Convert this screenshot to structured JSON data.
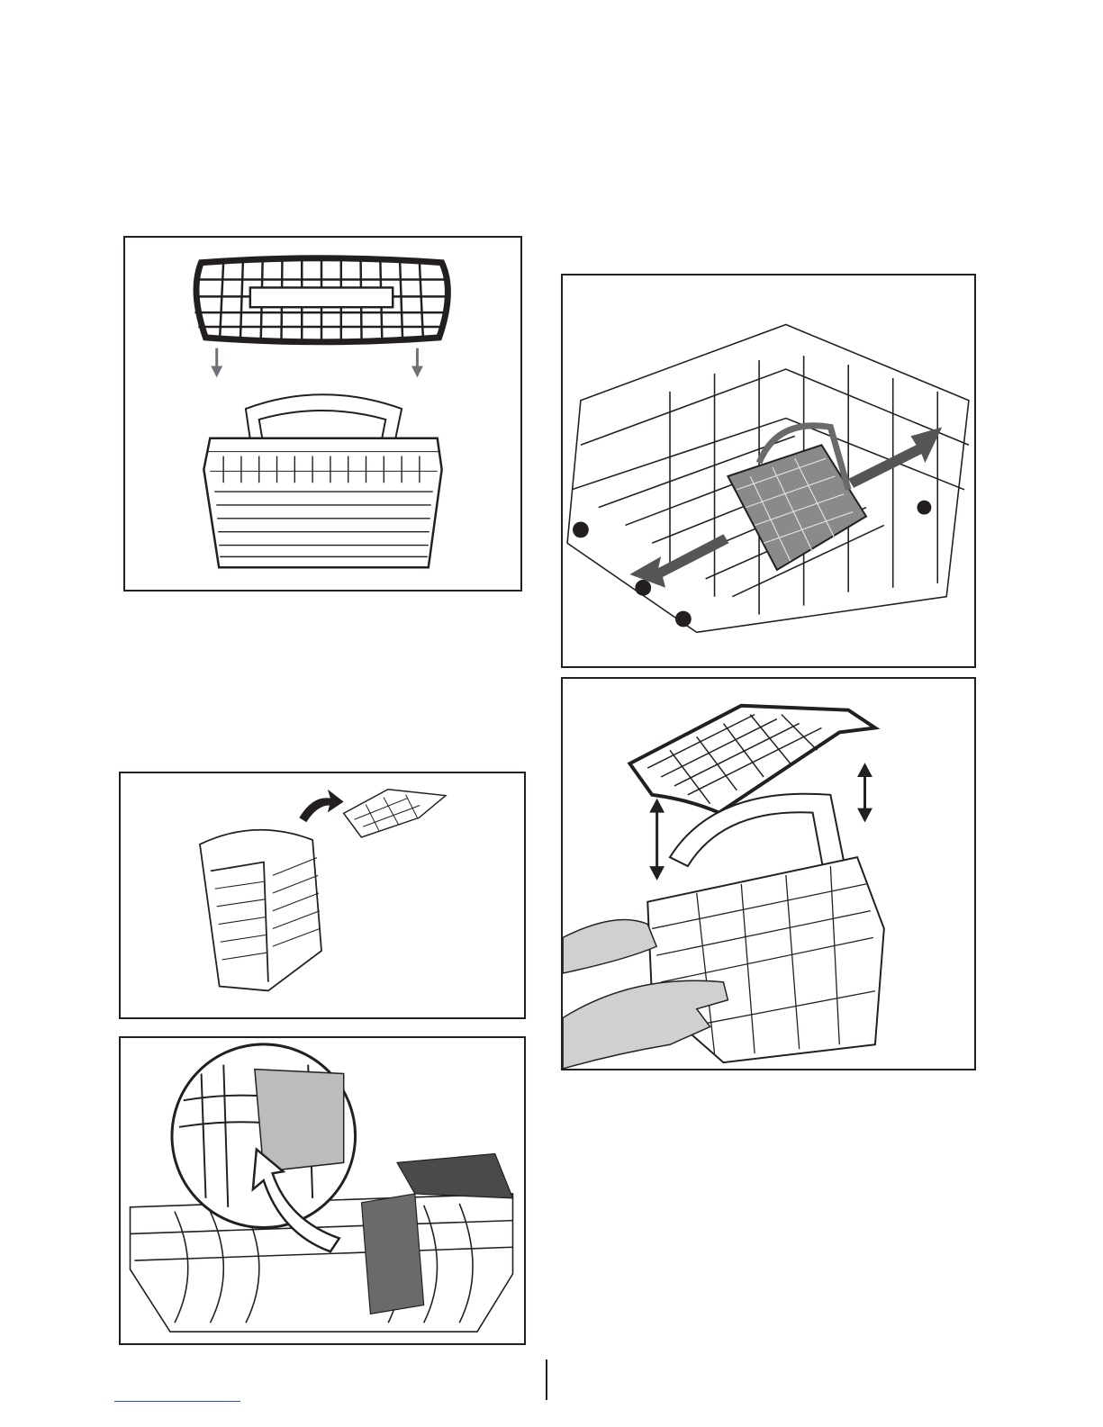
{
  "page": {
    "figures": [
      {
        "id": "fig-a",
        "icon": "cutlery-basket-lid-fit-illustration"
      },
      {
        "id": "fig-b",
        "icon": "cutlery-basket-slide-in-rack-illustration"
      },
      {
        "id": "fig-c",
        "icon": "cutlery-basket-lid-remove-illustration"
      },
      {
        "id": "fig-d",
        "icon": "basket-lid-hinge-illustration"
      },
      {
        "id": "fig-e",
        "icon": "basket-rack-mount-detail-illustration"
      }
    ],
    "colors": {
      "line": "#231f20",
      "arrow_grey": "#6d7278",
      "shade": "#c9c9c9",
      "dark_shade": "#6a6a6a",
      "link": "#2b4bd6"
    }
  }
}
